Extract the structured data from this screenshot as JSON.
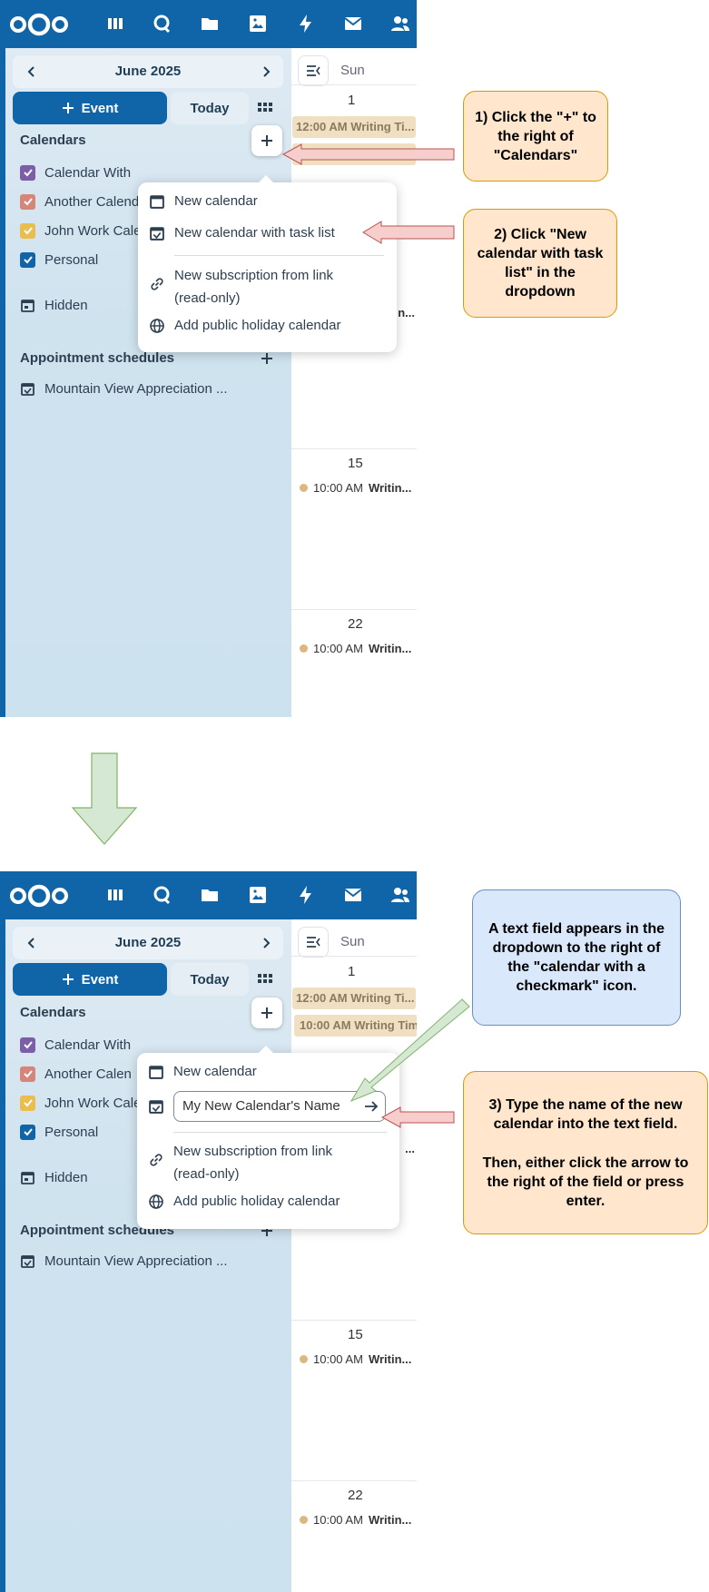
{
  "steps": {
    "before": {
      "month": "June 2025",
      "event_label": "Event",
      "today_label": "Today",
      "calendars_title": "Calendars",
      "calendars": [
        {
          "label": "Calendar With",
          "color": "#7b5ea7"
        },
        {
          "label": "Another Calend",
          "color": "#d6857a"
        },
        {
          "label": "John Work Cale",
          "color": "#e9be4f"
        },
        {
          "label": "Personal",
          "color": "#0f65a7"
        }
      ],
      "hidden_label": "Hidden",
      "appointments_title": "Appointment schedules",
      "appointment_item": "Mountain View Appreciation ...",
      "dayname": "Sun",
      "day_numbers": [
        "1",
        "15",
        "22"
      ],
      "events": {
        "chip1": "12:00 AM Writing Ti...",
        "row15": {
          "time": "10:00 AM",
          "title": "Writin..."
        },
        "row22": {
          "time": "10:00 AM",
          "title": "Writin..."
        },
        "cut": "...",
        "cut_pn": "n..."
      },
      "dropdown": {
        "new_calendar": "New calendar",
        "new_calendar_tasks": "New calendar with task list",
        "new_subscription_line1": "New subscription from link",
        "new_subscription_line2": "(read-only)",
        "holiday": "Add public holiday calendar"
      }
    },
    "after": {
      "month": "June 2025",
      "event_label": "Event",
      "today_label": "Today",
      "calendars_title": "Calendars",
      "calendars": [
        {
          "label": "Calendar With",
          "color": "#7b5ea7"
        },
        {
          "label": "Another Calen",
          "color": "#d6857a"
        },
        {
          "label": "John Work Cale",
          "color": "#e9be4f"
        },
        {
          "label": "Personal",
          "color": "#0f65a7"
        }
      ],
      "hidden_label": "Hidden",
      "appointments_title": "Appointment schedules",
      "appointment_item": "Mountain View Appreciation ...",
      "dayname": "Sun",
      "day_numbers": [
        "1",
        "15",
        "22"
      ],
      "events": {
        "chip1": "12:00 AM Writing Ti...",
        "chip2": "10:00 AM Writing Tim",
        "row15": {
          "time": "10:00 AM",
          "title": "Writin..."
        },
        "row22": {
          "time": "10:00 AM",
          "title": "Writin..."
        },
        "cut": "..."
      },
      "dropdown": {
        "new_calendar": "New calendar",
        "input_value": "My New Calendar's Name",
        "new_subscription_line1": "New subscription from link",
        "new_subscription_line2": "(read-only)",
        "holiday": "Add public holiday calendar"
      }
    }
  },
  "callouts": {
    "step1": "1) Click the \"+\" to the right of \"Calendars\"",
    "step2": "2) Click \"New calendar with task list\" in the dropdown",
    "info": "A text field appears in the dropdown to the right of the \"calendar with a checkmark\" icon.",
    "step3_line1": "3) Type the name of the new calendar into the text field.",
    "step3_line2": "Then, either click the arrow to the right of the field or press enter."
  },
  "colors": {
    "brand": "#0f65a7",
    "callout_orange": "#ffe6cc",
    "callout_blue": "#dae8fc",
    "arrow_red": "#f8cecc",
    "arrow_green": "#d5e8d4"
  }
}
